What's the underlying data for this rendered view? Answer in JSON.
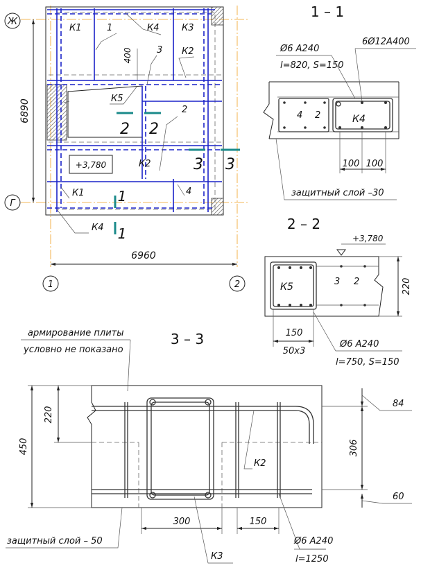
{
  "plan": {
    "axis_top": "Ж",
    "axis_bottom": "Г",
    "axis_left": "1",
    "axis_right": "2",
    "dim_height": "6890",
    "dim_width": "6960",
    "dim_400": "400",
    "level": "+3,780",
    "labels": {
      "k1_top": "К1",
      "n1": "1",
      "k4_top": "К4",
      "k3": "К3",
      "n3": "3",
      "k2_top": "К2",
      "k5": "К5",
      "n2": "2",
      "k2_mid": "К2",
      "n4": "4",
      "k1_bot": "К1",
      "k4_bot": "К4"
    },
    "cuts": {
      "c1_top": "1",
      "c1_bot": "1",
      "c2_left": "2",
      "c2_right": "2",
      "c3_left": "3",
      "c3_right": "3"
    }
  },
  "section11": {
    "title": "1 – 1",
    "bar1": "Ø6 А240",
    "bar1_len": "l=820, S=150",
    "bar2": "6Ø12А400",
    "n4": "4",
    "n2": "2",
    "k4": "К4",
    "dim1": "100",
    "dim2": "100",
    "cover": "защитный слой –30"
  },
  "section22": {
    "title": "2 – 2",
    "level": "+3,780",
    "k5": "К5",
    "n3": "3",
    "n2": "2",
    "dim_220": "220",
    "dim_150": "150",
    "dim_50x3": "50х3",
    "bar": "Ø6 А240",
    "bar_len": "l=750, S=150"
  },
  "section33": {
    "title": "3 – 3",
    "note1": "армирование плиты",
    "note2": "условно не показано",
    "dim_220": "220",
    "dim_450": "450",
    "dim_84": "84",
    "dim_306": "306",
    "dim_60": "60",
    "k2": "К2",
    "dim_300": "300",
    "dim_150": "150",
    "cover": "защитный слой – 50",
    "k3": "К3",
    "bar": "Ø6 А240",
    "bar_len": "l=1250"
  }
}
